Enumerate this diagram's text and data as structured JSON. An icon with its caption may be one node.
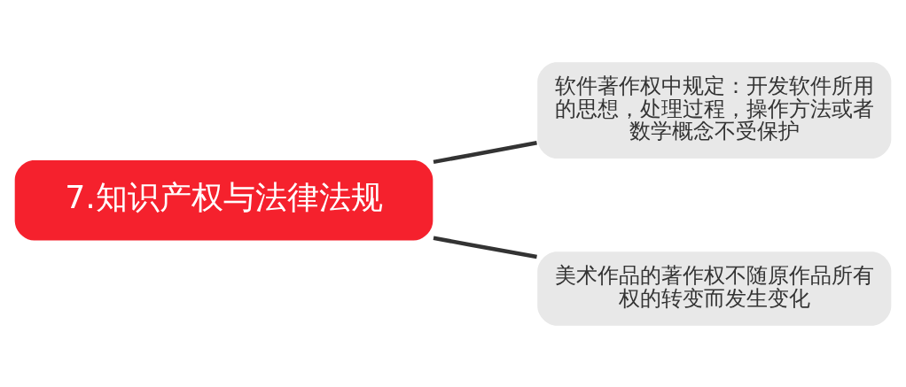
{
  "diagram": {
    "nodes": [
      {
        "text": [
          "7.知识产权与法律法规"
        ]
      },
      {
        "text": [
          "软件著作权中规定：开发软件所用的思想，处理过程，操作方法或者数学概念不受保护"
        ]
      },
      {
        "text": [
          "美术作品的著作权不随原作品所有权的转变而发生变化"
        ]
      }
    ],
    "edges": [
      {
        "from": 0,
        "to": 1,
        "arrow": "none"
      },
      {
        "from": 0,
        "to": 2,
        "arrow": "none"
      }
    ]
  }
}
